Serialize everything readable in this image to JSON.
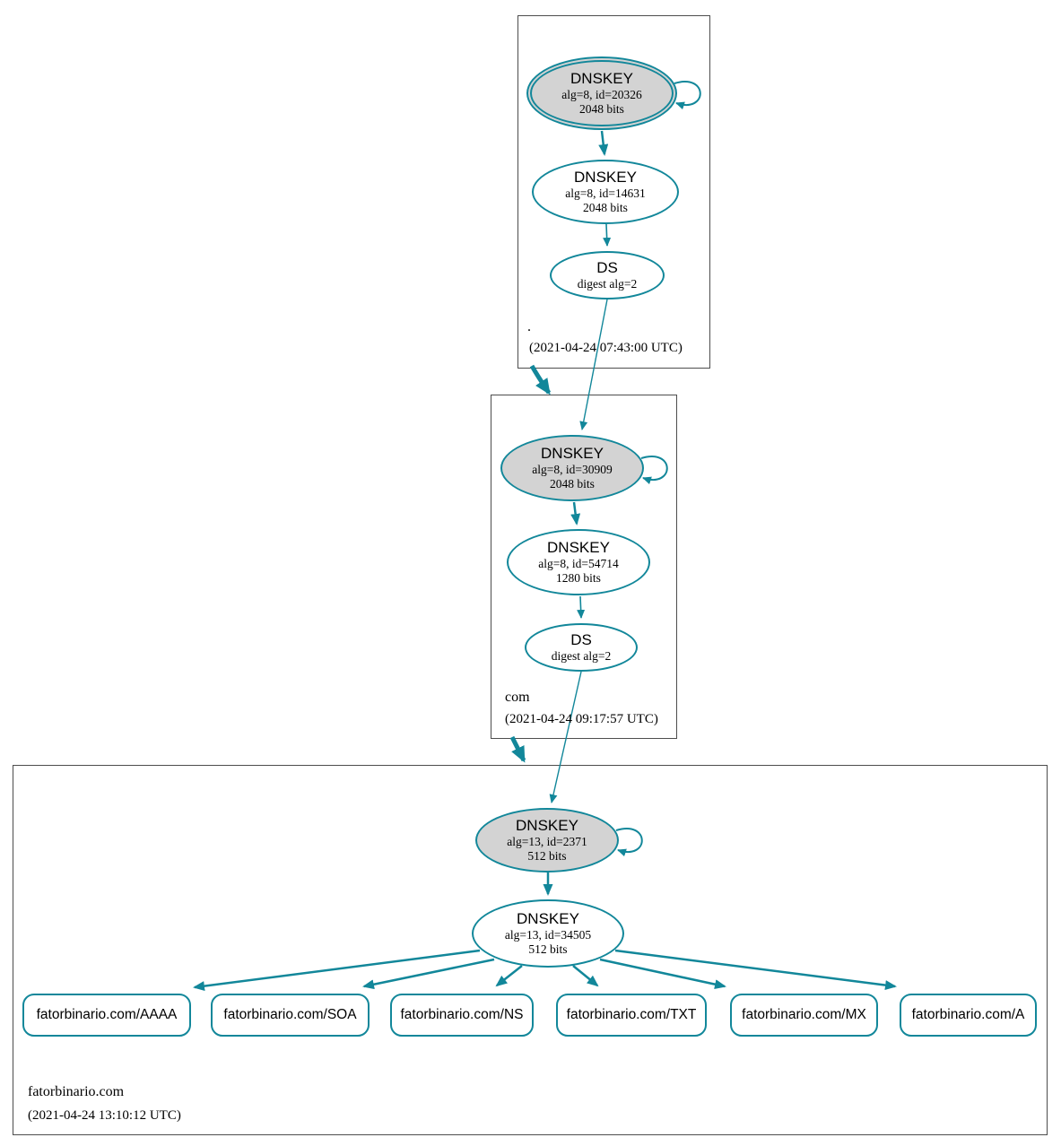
{
  "colors": {
    "secure_teal": "#12879a",
    "ksk_fill": "#d3d3d3",
    "node_fill": "#ffffff",
    "zone_border": "#4d4d4d"
  },
  "zones": [
    {
      "label": ".",
      "timestamp": "(2021-04-24 07:43:00 UTC)",
      "ksk": {
        "title": "DNSKEY",
        "line1": "alg=8, id=20326",
        "line2": "2048 bits"
      },
      "zsk": {
        "title": "DNSKEY",
        "line1": "alg=8, id=14631",
        "line2": "2048 bits"
      },
      "ds": {
        "title": "DS",
        "line1": "digest alg=2"
      }
    },
    {
      "label": "com",
      "timestamp": "(2021-04-24 09:17:57 UTC)",
      "ksk": {
        "title": "DNSKEY",
        "line1": "alg=8, id=30909",
        "line2": "2048 bits"
      },
      "zsk": {
        "title": "DNSKEY",
        "line1": "alg=8, id=54714",
        "line2": "1280 bits"
      },
      "ds": {
        "title": "DS",
        "line1": "digest alg=2"
      }
    },
    {
      "label": "fatorbinario.com",
      "timestamp": "(2021-04-24 13:10:12 UTC)",
      "ksk": {
        "title": "DNSKEY",
        "line1": "alg=13, id=2371",
        "line2": "512 bits"
      },
      "zsk": {
        "title": "DNSKEY",
        "line1": "alg=13, id=34505",
        "line2": "512 bits"
      },
      "rrsets": [
        "fatorbinario.com/AAAA",
        "fatorbinario.com/SOA",
        "fatorbinario.com/NS",
        "fatorbinario.com/TXT",
        "fatorbinario.com/MX",
        "fatorbinario.com/A"
      ]
    }
  ]
}
